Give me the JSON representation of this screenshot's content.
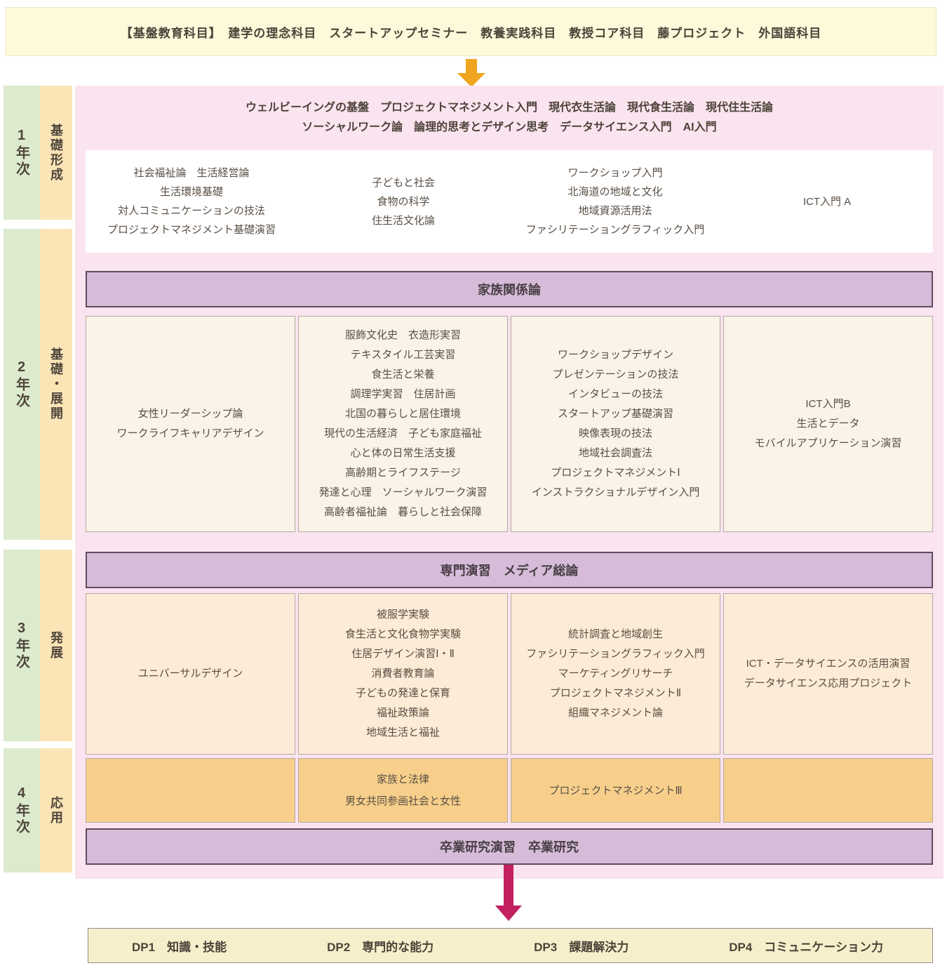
{
  "top_banner": {
    "text": "【基盤教育科目】　建学の理念科目　スタートアップセミナー　教養実践科目　教授コア科目　藤プロジェクト　外国語科目"
  },
  "years": [
    {
      "year": "1年次",
      "stage": "基礎形成"
    },
    {
      "year": "2年次",
      "stage": "基礎・展開"
    },
    {
      "year": "3年次",
      "stage": "発展"
    },
    {
      "year": "4年次",
      "stage": "応用"
    }
  ],
  "year1": {
    "intro_lines": [
      "ウェルビーイングの基盤　プロジェクトマネジメント入門　現代衣生活論　現代食生活論　現代住生活論",
      "ソーシャルワーク論　論理的思考とデザイン思考　データサイエンス入門　AI入門"
    ],
    "columns": [
      [
        "社会福祉論　生活経営論",
        "生活環境基礎",
        "対人コミュニケーションの技法",
        "プロジェクトマネジメント基礎演習"
      ],
      [
        "子どもと社会",
        "食物の科学",
        "住生活文化論"
      ],
      [
        "ワークショップ入門",
        "北海道の地域と文化",
        "地域資源活用法",
        "ファシリテーショングラフィック入門"
      ],
      [
        "ICT入門 A"
      ]
    ]
  },
  "bar1": "家族関係論",
  "year2": {
    "columns": [
      [
        "女性リーダーシップ論",
        "ワークライフキャリアデザイン"
      ],
      [
        "服飾文化史　衣造形実習",
        "テキスタイル工芸実習",
        "食生活と栄養",
        "調理学実習　住居計画",
        "北国の暮らしと居住環境",
        "現代の生活経済　子ども家庭福祉",
        "心と体の日常生活支援",
        "高齢期とライフステージ",
        "発達と心理　ソーシャルワーク演習",
        "高齢者福祉論　暮らしと社会保障"
      ],
      [
        "ワークショップデザイン",
        "プレゼンテーションの技法",
        "インタビューの技法",
        "スタートアップ基礎演習",
        "映像表現の技法",
        "地域社会調査法",
        "プロジェクトマネジメントⅠ",
        "インストラクショナルデザイン入門"
      ],
      [
        "ICT入門B",
        "生活とデータ",
        "モバイルアプリケーション演習"
      ]
    ]
  },
  "bar2": "専門演習　メディア総論",
  "year3": {
    "columns": [
      [
        "ユニバーサルデザイン"
      ],
      [
        "被服学実験",
        "食生活と文化食物学実験",
        "住居デザイン演習Ⅰ・Ⅱ",
        "消費者教育論",
        "子どもの発達と保育",
        "福祉政策論",
        "地域生活と福祉"
      ],
      [
        "統計調査と地域創生",
        "ファシリテーショングラフィック入門",
        "マーケティングリサーチ",
        "プロジェクトマネジメントⅡ",
        "組織マネジメント論"
      ],
      [
        "ICT・データサイエンスの活用演習",
        "データサイエンス応用プロジェクト"
      ]
    ]
  },
  "year4": {
    "columns": [
      [],
      [
        "家族と法律",
        "男女共同参画社会と女性"
      ],
      [
        "プロジェクトマネジメントⅢ"
      ],
      []
    ]
  },
  "bar3": "卒業研究演習　卒業研究",
  "dp_banner": {
    "items": [
      "DP1　知識・技能",
      "DP2　専門的な能力",
      "DP3　課題解決力",
      "DP4　コミュニケーション力"
    ]
  },
  "colors": {
    "arrow_orange": "#efa51f",
    "arrow_magenta": "#c22061",
    "panel_pink": "#fae4ef",
    "band_green": "#dcebcd",
    "band_orange": "#fbe4b5",
    "bar_purple": "#d6bcd8",
    "box_cream": "#faf3e8",
    "box_peach": "#fcebd6",
    "box_orange": "#f7cf8b",
    "banner_yellow": "#fdf9da",
    "banner_cream": "#f7efcc"
  }
}
